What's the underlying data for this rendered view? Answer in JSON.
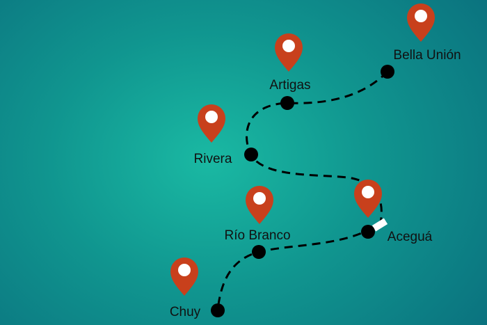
{
  "route": {
    "color": "#000000",
    "pin_color": "#c8401c",
    "stops": [
      {
        "name": "Bella Unión"
      },
      {
        "name": "Artigas"
      },
      {
        "name": "Rivera"
      },
      {
        "name": "Aceguá"
      },
      {
        "name": "Río Branco"
      },
      {
        "name": "Chuy"
      }
    ]
  }
}
